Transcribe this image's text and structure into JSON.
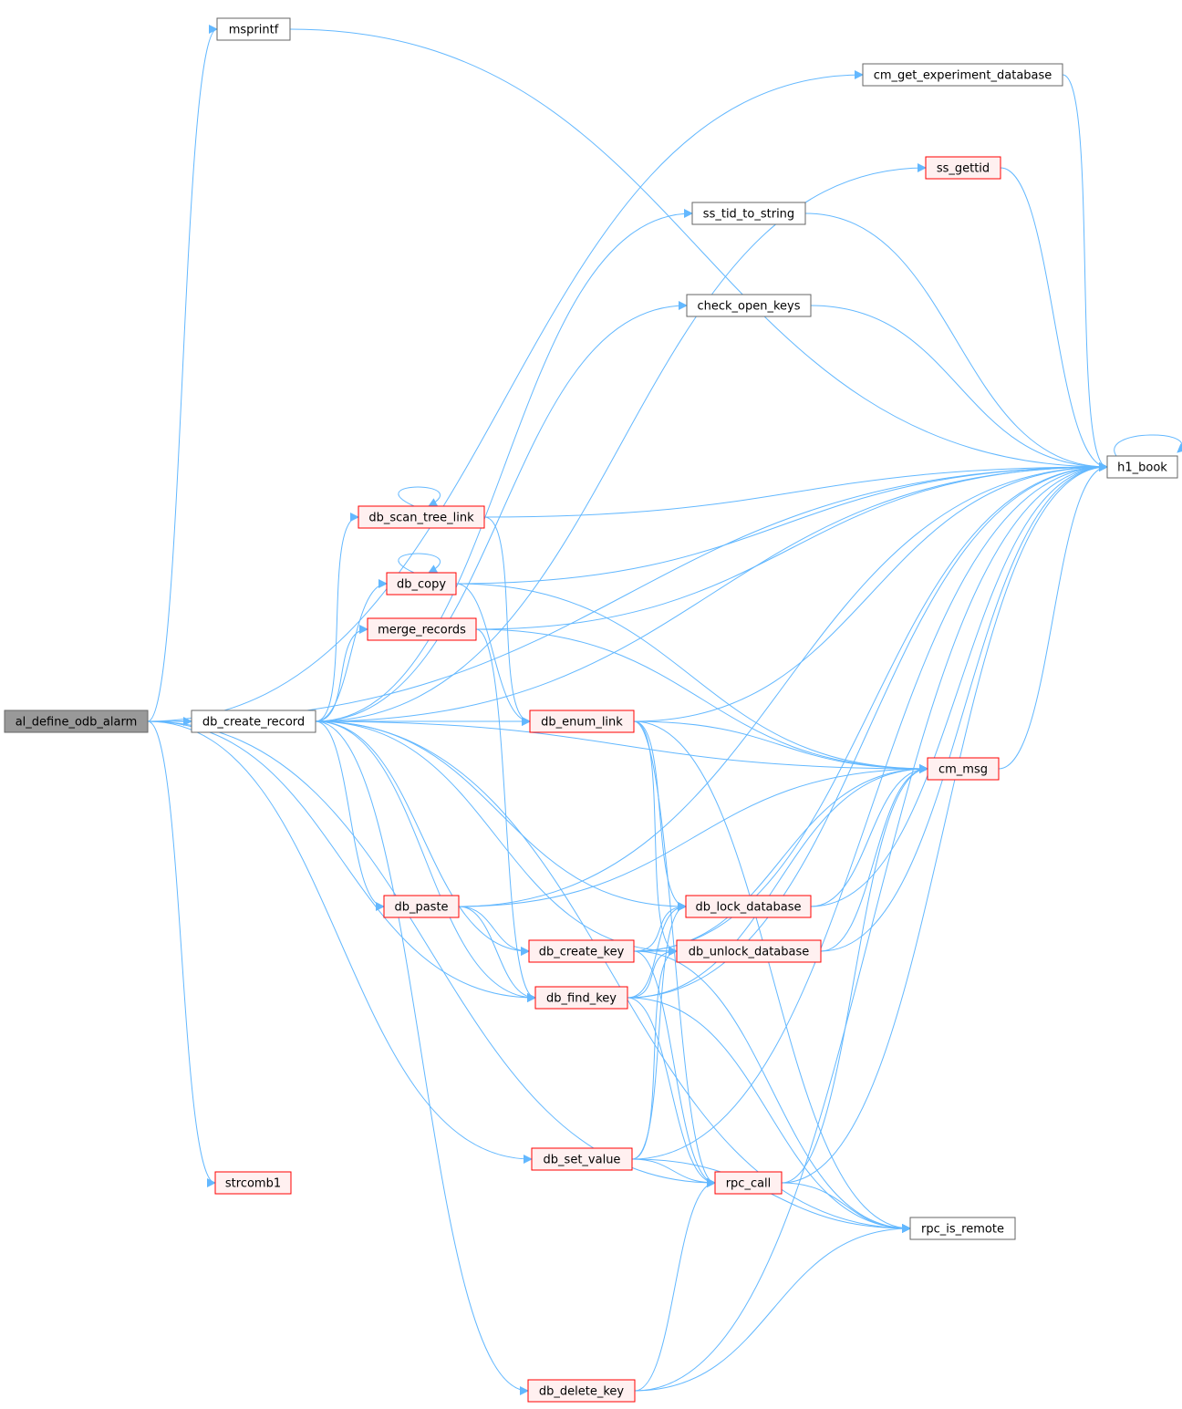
{
  "colors": {
    "edge": "#63b8ff",
    "root_fill": "#999999",
    "root_stroke": "#666666",
    "plain_stroke": "#666666",
    "truncated_stroke": "#ff0000",
    "truncated_fill": "#fff0f0",
    "node_fill": "#ffffff"
  },
  "nodes": {
    "al_define_odb_alarm": {
      "label": "al_define_odb_alarm",
      "style": "root"
    },
    "db_create_record": {
      "label": "db_create_record",
      "style": "plain"
    },
    "msprintf": {
      "label": "msprintf",
      "style": "plain"
    },
    "cm_get_experiment_database": {
      "label": "cm_get_experiment_database",
      "style": "plain"
    },
    "ss_gettid": {
      "label": "ss_gettid",
      "style": "truncated"
    },
    "ss_tid_to_string": {
      "label": "ss_tid_to_string",
      "style": "plain"
    },
    "check_open_keys": {
      "label": "check_open_keys",
      "style": "plain"
    },
    "h1_book": {
      "label": "h1_book",
      "style": "plain"
    },
    "db_scan_tree_link": {
      "label": "db_scan_tree_link",
      "style": "truncated"
    },
    "db_copy": {
      "label": "db_copy",
      "style": "truncated"
    },
    "merge_records": {
      "label": "merge_records",
      "style": "truncated"
    },
    "db_enum_link": {
      "label": "db_enum_link",
      "style": "truncated"
    },
    "cm_msg": {
      "label": "cm_msg",
      "style": "truncated"
    },
    "db_paste": {
      "label": "db_paste",
      "style": "truncated"
    },
    "db_lock_database": {
      "label": "db_lock_database",
      "style": "truncated"
    },
    "db_create_key": {
      "label": "db_create_key",
      "style": "truncated"
    },
    "db_unlock_database": {
      "label": "db_unlock_database",
      "style": "truncated"
    },
    "db_find_key": {
      "label": "db_find_key",
      "style": "truncated"
    },
    "db_set_value": {
      "label": "db_set_value",
      "style": "truncated"
    },
    "rpc_call": {
      "label": "rpc_call",
      "style": "truncated"
    },
    "strcomb1": {
      "label": "strcomb1",
      "style": "truncated"
    },
    "rpc_is_remote": {
      "label": "rpc_is_remote",
      "style": "plain"
    },
    "db_delete_key": {
      "label": "db_delete_key",
      "style": "truncated"
    }
  },
  "edges": [
    [
      "al_define_odb_alarm",
      "db_create_record"
    ],
    [
      "al_define_odb_alarm",
      "msprintf"
    ],
    [
      "al_define_odb_alarm",
      "cm_get_experiment_database"
    ],
    [
      "al_define_odb_alarm",
      "h1_book"
    ],
    [
      "al_define_odb_alarm",
      "db_find_key"
    ],
    [
      "al_define_odb_alarm",
      "db_set_value"
    ],
    [
      "al_define_odb_alarm",
      "rpc_call"
    ],
    [
      "al_define_odb_alarm",
      "strcomb1"
    ],
    [
      "msprintf",
      "h1_book"
    ],
    [
      "cm_get_experiment_database",
      "h1_book"
    ],
    [
      "ss_gettid",
      "h1_book"
    ],
    [
      "ss_tid_to_string",
      "h1_book"
    ],
    [
      "check_open_keys",
      "h1_book"
    ],
    [
      "db_create_record",
      "ss_gettid"
    ],
    [
      "db_create_record",
      "ss_tid_to_string"
    ],
    [
      "db_create_record",
      "h1_book"
    ],
    [
      "db_create_record",
      "check_open_keys"
    ],
    [
      "db_create_record",
      "db_scan_tree_link"
    ],
    [
      "db_create_record",
      "db_copy"
    ],
    [
      "db_create_record",
      "merge_records"
    ],
    [
      "db_create_record",
      "db_enum_link"
    ],
    [
      "db_create_record",
      "cm_msg"
    ],
    [
      "db_create_record",
      "db_paste"
    ],
    [
      "db_create_record",
      "db_lock_database"
    ],
    [
      "db_create_record",
      "db_unlock_database"
    ],
    [
      "db_create_record",
      "db_create_key"
    ],
    [
      "db_create_record",
      "db_find_key"
    ],
    [
      "db_create_record",
      "rpc_is_remote"
    ],
    [
      "db_create_record",
      "db_delete_key"
    ],
    [
      "db_scan_tree_link",
      "db_scan_tree_link"
    ],
    [
      "db_scan_tree_link",
      "h1_book"
    ],
    [
      "db_scan_tree_link",
      "db_enum_link"
    ],
    [
      "db_copy",
      "db_copy"
    ],
    [
      "db_copy",
      "h1_book"
    ],
    [
      "db_copy",
      "cm_msg"
    ],
    [
      "db_copy",
      "db_enum_link"
    ],
    [
      "merge_records",
      "h1_book"
    ],
    [
      "merge_records",
      "cm_msg"
    ],
    [
      "merge_records",
      "db_find_key"
    ],
    [
      "db_enum_link",
      "h1_book"
    ],
    [
      "db_enum_link",
      "cm_msg"
    ],
    [
      "db_enum_link",
      "db_lock_database"
    ],
    [
      "db_enum_link",
      "db_unlock_database"
    ],
    [
      "db_enum_link",
      "rpc_call"
    ],
    [
      "db_enum_link",
      "rpc_is_remote"
    ],
    [
      "db_paste",
      "h1_book"
    ],
    [
      "db_paste",
      "cm_msg"
    ],
    [
      "db_paste",
      "db_create_key"
    ],
    [
      "db_paste",
      "db_find_key"
    ],
    [
      "db_create_key",
      "cm_msg"
    ],
    [
      "db_create_key",
      "db_lock_database"
    ],
    [
      "db_create_key",
      "db_unlock_database"
    ],
    [
      "db_create_key",
      "h1_book"
    ],
    [
      "db_create_key",
      "rpc_call"
    ],
    [
      "db_create_key",
      "rpc_is_remote"
    ],
    [
      "db_find_key",
      "db_lock_database"
    ],
    [
      "db_find_key",
      "db_unlock_database"
    ],
    [
      "db_find_key",
      "cm_msg"
    ],
    [
      "db_find_key",
      "h1_book"
    ],
    [
      "db_find_key",
      "rpc_call"
    ],
    [
      "db_find_key",
      "rpc_is_remote"
    ],
    [
      "db_set_value",
      "db_lock_database"
    ],
    [
      "db_set_value",
      "db_unlock_database"
    ],
    [
      "db_set_value",
      "rpc_call"
    ],
    [
      "db_set_value",
      "rpc_is_remote"
    ],
    [
      "db_set_value",
      "h1_book"
    ],
    [
      "db_lock_database",
      "cm_msg"
    ],
    [
      "db_lock_database",
      "h1_book"
    ],
    [
      "db_unlock_database",
      "cm_msg"
    ],
    [
      "db_unlock_database",
      "h1_book"
    ],
    [
      "cm_msg",
      "h1_book"
    ],
    [
      "rpc_call",
      "cm_msg"
    ],
    [
      "rpc_call",
      "h1_book"
    ],
    [
      "rpc_call",
      "rpc_is_remote"
    ],
    [
      "db_delete_key",
      "rpc_call"
    ],
    [
      "db_delete_key",
      "rpc_is_remote"
    ],
    [
      "db_delete_key",
      "h1_book"
    ],
    [
      "h1_book",
      "h1_book"
    ]
  ]
}
